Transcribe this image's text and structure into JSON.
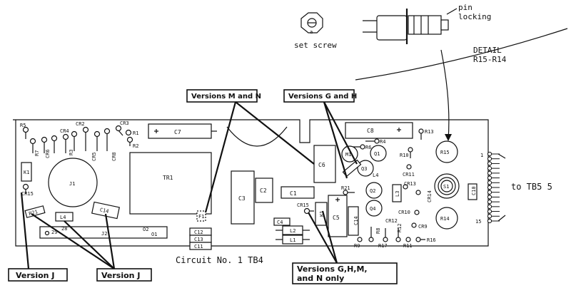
{
  "detail": {
    "set_screw": "set screw",
    "pin_line1": "pin",
    "pin_line2": "locking",
    "title_line1": "DETAIL",
    "title_line2": "R15-R14",
    "screw_mark": "a"
  },
  "callouts": {
    "versions_mn": "Versions M and N",
    "versions_gh": "Versions G and H",
    "version_j_left": "Version J",
    "version_j_mid": "Version J",
    "versions_ghmn_line1": "Versions G,H,M,",
    "versions_ghmn_line2": "and N only"
  },
  "board": {
    "caption": "Circuit No. 1 TB4",
    "to_tb5": "to TB5 5",
    "edge_top": "1",
    "edge_bottom": "15"
  },
  "components": {
    "r5": "R5",
    "r7": "R7",
    "cr6": "CR6",
    "r3": "R3",
    "cr4": "CR4",
    "cr2": "CR2",
    "cr5": "CR5",
    "cr8": "CR8",
    "cr3": "CR3",
    "r1": "R1",
    "r2": "R2",
    "c7": "C7",
    "k1_left": "K1",
    "j1": "J1",
    "cr15_left": "CR15",
    "r21_left": "R21",
    "l4": "L4",
    "c14_left": "C14",
    "j2": "J2",
    "j2_28": "28",
    "j2_29": "29",
    "j2_o2": "O2",
    "j2_o1": "O1",
    "tr1": "TR1",
    "c3": "C3",
    "c2": "C2",
    "c12": "C12",
    "c13": "C13",
    "c11": "C11",
    "c1": "C1",
    "c6": "C6",
    "c8": "C8",
    "r4": "R4",
    "r6": "R6",
    "m1": "M1",
    "q1": "Q1",
    "r13": "R13",
    "r10": "R10",
    "cr11": "CR11",
    "r15": "R15",
    "q3": "Q3",
    "l4b": "L4",
    "r21": "R21",
    "q2": "Q2",
    "l3": "L3",
    "cr13": "CR13",
    "s1": "S1",
    "c10": "C10",
    "cr14": "CR14",
    "q4": "Q4",
    "cr10": "CR10",
    "cr9": "CR9",
    "r14": "R14",
    "cr12": "CR12",
    "cr15": "CR15",
    "c4": "C4",
    "k1": "K1",
    "c5": "C5",
    "l2": "L2",
    "l1": "L1",
    "c14": "C14",
    "r8": "R8",
    "r9": "R9",
    "r17": "R17",
    "r12": "R12",
    "r11": "R11",
    "r16": "R16",
    "f1": "F1"
  }
}
